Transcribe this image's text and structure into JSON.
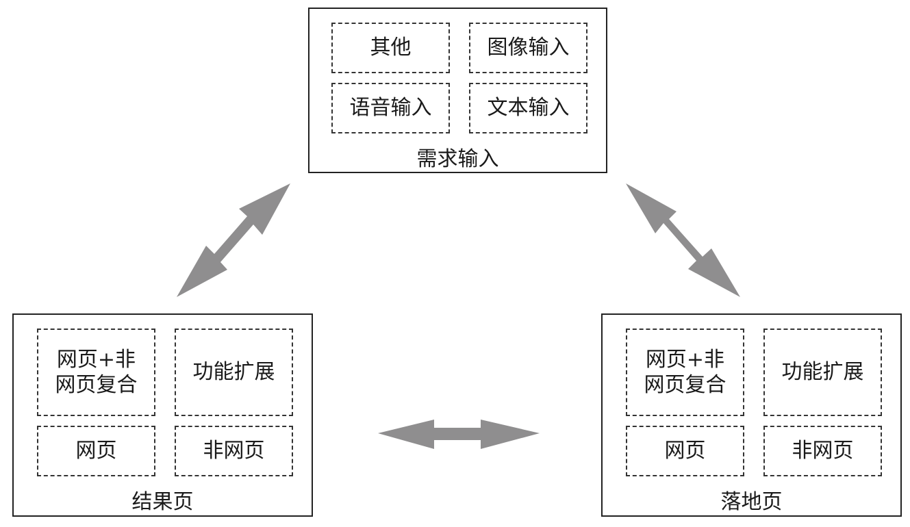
{
  "colors": {
    "arrow": "#8f8e8f",
    "border": "#222222"
  },
  "panels": {
    "input": {
      "title": "需求输入",
      "cells": [
        "其他",
        "图像输入",
        "语音输入",
        "文本输入"
      ]
    },
    "results": {
      "title": "结果页",
      "cells": [
        "网页+非\n网页复合",
        "功能扩展",
        "网页",
        "非网页"
      ]
    },
    "landing": {
      "title": "落地页",
      "cells": [
        "网页+非\n网页复合",
        "功能扩展",
        "网页",
        "非网页"
      ]
    }
  },
  "arrows": [
    {
      "name": "input-results-arrow",
      "icon": "double-arrow-icon",
      "connects": [
        "需求输入",
        "结果页"
      ]
    },
    {
      "name": "input-landing-arrow",
      "icon": "double-arrow-icon",
      "connects": [
        "需求输入",
        "落地页"
      ]
    },
    {
      "name": "results-landing-arrow",
      "icon": "double-arrow-icon",
      "connects": [
        "结果页",
        "落地页"
      ]
    }
  ]
}
